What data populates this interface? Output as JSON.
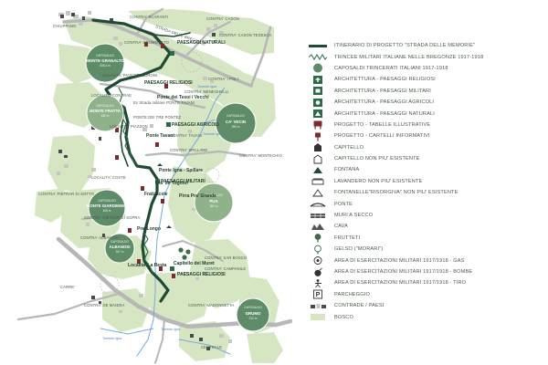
{
  "colors": {
    "hill": "#d6e6c3",
    "forest": "#8fb28a",
    "itinerary": "#1f4a33",
    "road": "#b7b7b7",
    "stream": "#78aadb",
    "building": "#c6c6c6",
    "dark_building": "#4a4a4a",
    "project": "#7d2a2e",
    "circle_dark": "#5e8c68",
    "circle_light": "#8fb28a"
  },
  "legend": [
    {
      "icon": "itinerary-line",
      "label": "ITINERARIO DI PROGETTO \"STRADA DELLE MEMORIE\""
    },
    {
      "icon": "trench-line",
      "label": "TRINCEE MILITARI ITALIANE NELLE BREGONZE 1917-1918"
    },
    {
      "icon": "trench-stronghold",
      "label": "CAPOSALDI TRINCERATI ITALIANI 1917-1918"
    },
    {
      "icon": "religious-architecture",
      "label": "ARCHITETTURA - PAESAGGI RELIGIOSI"
    },
    {
      "icon": "military-architecture",
      "label": "ARCHITETTURA - PAESAGGI MILITARI"
    },
    {
      "icon": "agricultural-architecture",
      "label": "ARCHITETTURA - PAESAGGI AGRICOLI"
    },
    {
      "icon": "natural-architecture",
      "label": "ARCHITETTURA - PAESAGGI NATURALI"
    },
    {
      "icon": "illustrative-panel",
      "label": "PROGETTO - TABELLE ILLUSTRATIVE"
    },
    {
      "icon": "information-panel",
      "label": "PROGETTO - CARTELLI INFORMATIVI"
    },
    {
      "icon": "capitello",
      "label": "CAPITELLO"
    },
    {
      "icon": "capitello-missing",
      "label": "CAPITELLO NON PIU' ESISTENTE"
    },
    {
      "icon": "fountain",
      "label": "FONTANA"
    },
    {
      "icon": "washhouse-missing",
      "label": "LAVANDERO NON PIU' ESISTENTE"
    },
    {
      "icon": "spring-missing",
      "label": "FONTANELLE\"RISORGIVA\" NON PIU' ESISTENTE"
    },
    {
      "icon": "bridge",
      "label": "PONTE"
    },
    {
      "icon": "dry-wall",
      "label": "MURI A SECCO"
    },
    {
      "icon": "quarry",
      "label": "CAVA"
    },
    {
      "icon": "orchard",
      "label": "FRUTTETI"
    },
    {
      "icon": "mulberry",
      "label": "GELSO (\"MORARI\")"
    },
    {
      "icon": "gas-exercise",
      "label": "AREA DI ESERCITAZIONI MILITARI 1917/1918 - GAS"
    },
    {
      "icon": "bomb-exercise",
      "label": "AREA DI ESERCITAZIONI MILITARI 1917/1918 - BOMBE"
    },
    {
      "icon": "shooting-exercise",
      "label": "AREA DI ESERCITAZIONI MILITARI 1917/1918 - TIRO"
    },
    {
      "icon": "parking",
      "label": "PARCHEGGIO"
    },
    {
      "icon": "districts",
      "label": "CONTRADE / PAESI"
    },
    {
      "icon": "forest",
      "label": "BOSCO"
    }
  ],
  "map": {
    "place_labels": [
      "CHIUPPANO",
      "CONTRA' SCARANTI",
      "CONTRA' GRUMO ALTO",
      "STRADA DELLE BREGONZE",
      "CONTRA' CASON",
      "CONTRA' CASON TEDESCA",
      "LOCALITA' PIAN DEI CORONI",
      "CONTRA' I POLI",
      "LOCALITA' CONTRAE",
      "CONTRA' TAVANI",
      "CONTRA' MENEGHELLI",
      "CONTRA' SPILLARE",
      "CONTRA' MONTECHIO",
      "LOCALITA' COSTE",
      "CONTRA' PIETRAR DI SOPRA",
      "CONTRA' ALBANOSI",
      "CONTRA' PIETRAR DI SOTTO",
      "CONTRA' SAN BOSCO",
      "CONTRA' CAMPANILE",
      "CONTRA' MADONNETTA",
      "CONTRA' DE MAIERA",
      "CENTRALE",
      "CARRE'",
      "LOCALITA' PIAZZON",
      "Ex Strada militare PONTE TAVANI",
      "PONTE DEI TRE PONTEZ"
    ],
    "landscape_labels": [
      "PAESAGGI NATURALI",
      "PAESAGGI RELIGIOSI",
      "PAESAGGI AGRICOLI",
      "PAESAGGI MILITARI",
      "PAESAGGI RELIGIOSI"
    ],
    "site_labels": [
      "Ponte dei Tesoi / Vecchi",
      "Ponte Tavani",
      "Ponte Igna - Spillare",
      "Pra' de Tognon",
      "Frati Scole",
      "Pirra Pra' Grande",
      "Pra' Longo",
      "Localita' La Resta",
      "Capitello del Muret"
    ],
    "stream_labels": [
      "Torrente Igna",
      "Torrente Igna",
      "Torrente Igna",
      "Torrente Igna"
    ],
    "summits": [
      {
        "tag": "CAPOSALDO",
        "name": "MONTE GRANALTO",
        "elev": "505,4 m"
      },
      {
        "tag": "CAPOSALDO",
        "name": "MONTE FRATTA",
        "elev": "486 m"
      },
      {
        "tag": "CAPOSALDO",
        "name": "CA' VECIN",
        "elev": "390 m"
      },
      {
        "tag": "CAPOSALDO",
        "name": "MONTE GIARDIENER",
        "elev": "405 m"
      },
      {
        "tag": "CAPOSALDO",
        "name": "PUA",
        "elev": "364 m"
      },
      {
        "tag": "CAPOSALDO",
        "name": "ALBANOSI",
        "elev": "337 m"
      },
      {
        "tag": "CAPOSALDO",
        "name": "GRUMO",
        "elev": "212 m"
      }
    ]
  }
}
